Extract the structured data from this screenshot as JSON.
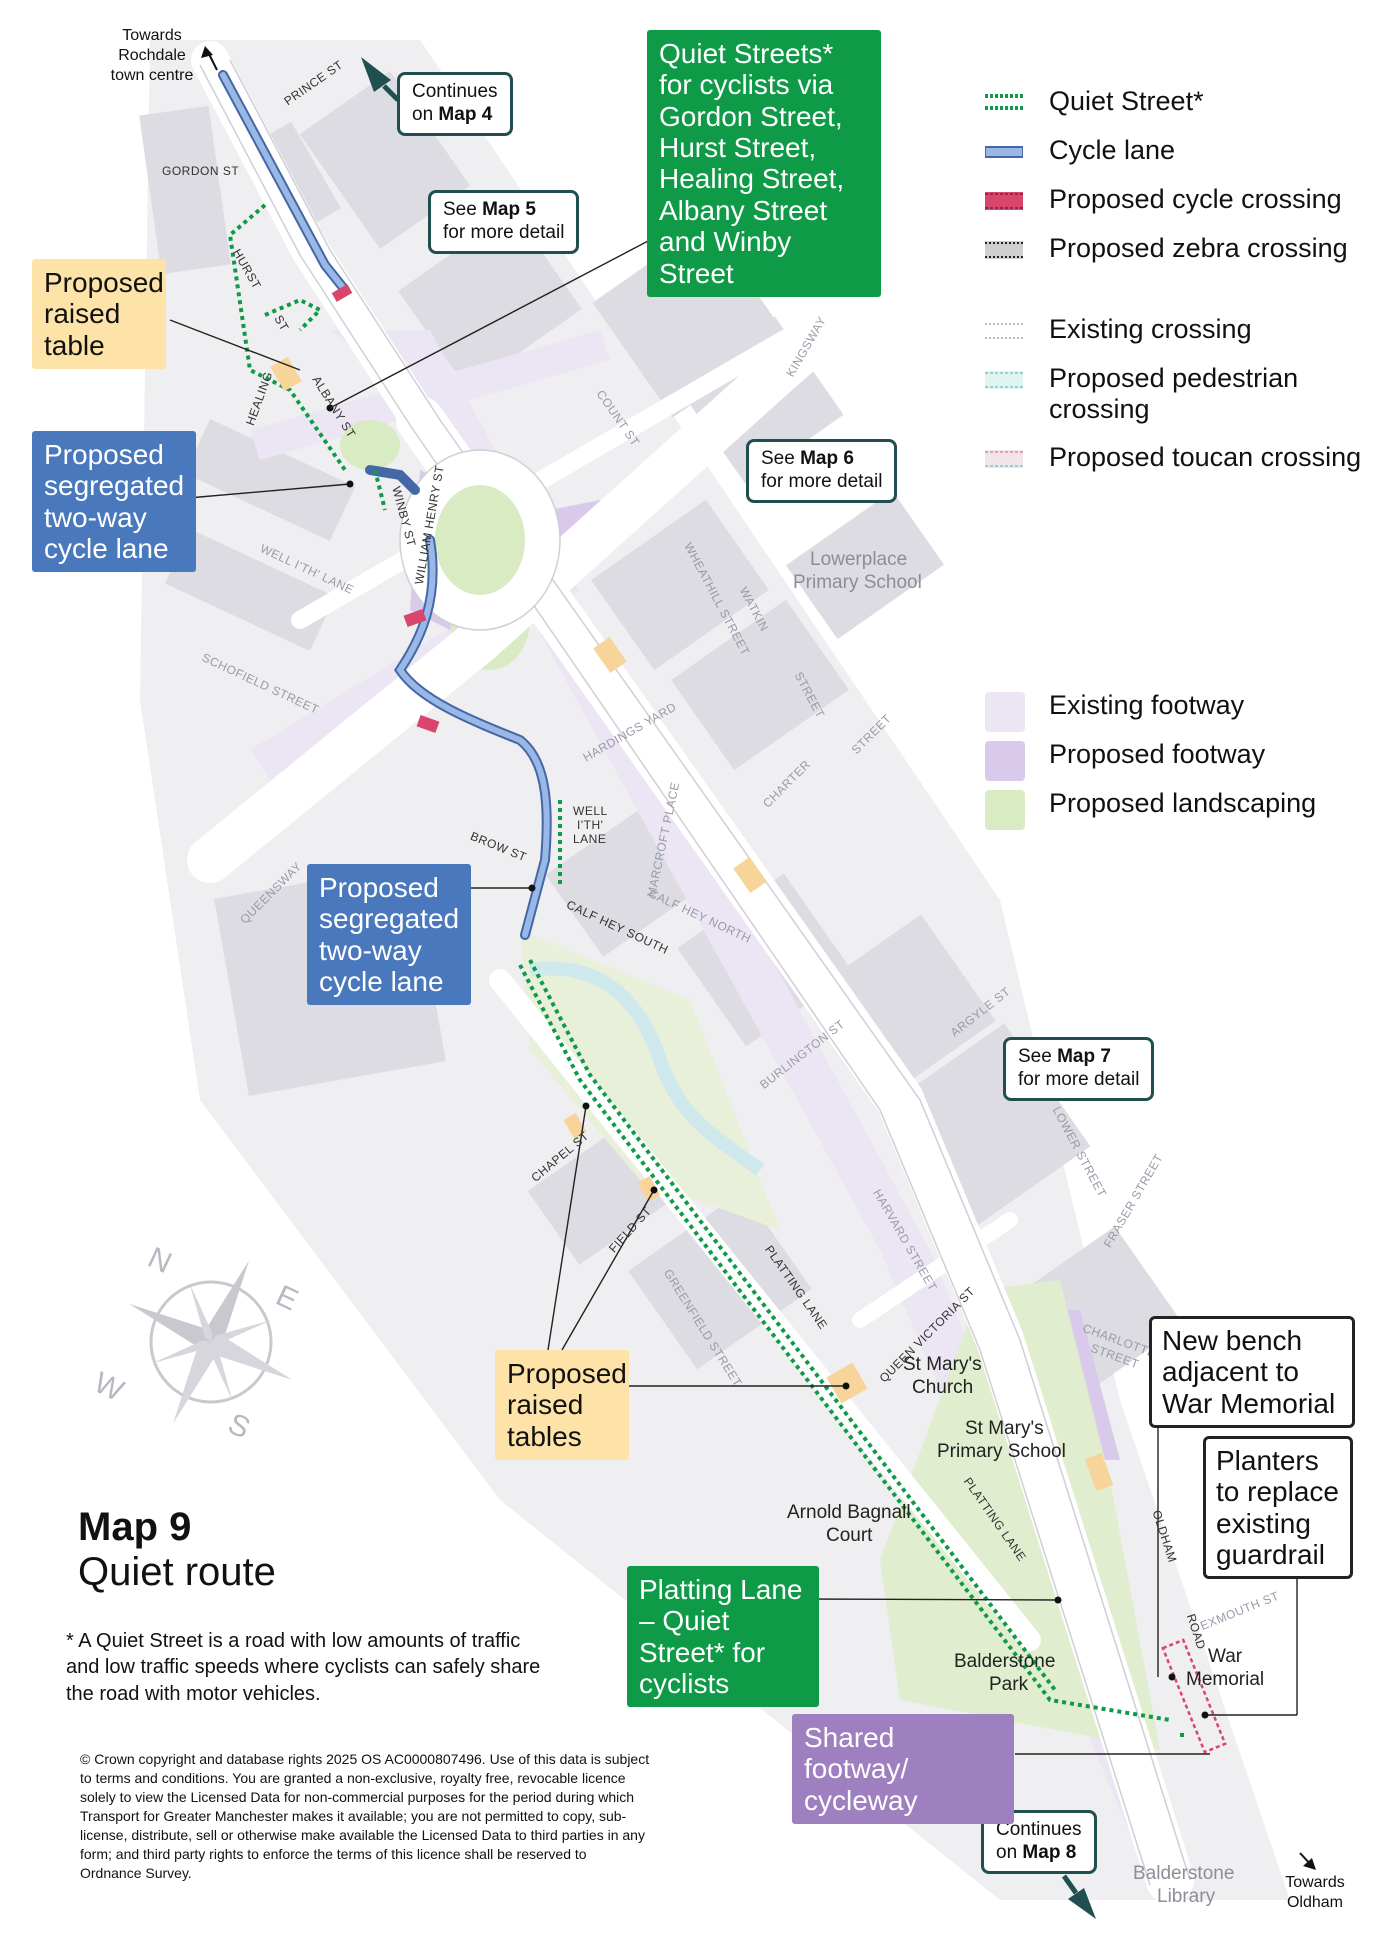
{
  "map": {
    "title": "Map 9",
    "subtitle": "Quiet route",
    "footnote": "* A Quiet Street is a road with low amounts of traffic and low traffic speeds where cyclists can safely share the road with motor vehicles.",
    "copyright": "© Crown copyright and database rights 2025 OS AC0000807496. Use of this data is subject to terms and conditions. You are granted a non-exclusive, royalty free, revocable licence solely to view the Licensed Data for non-commercial purposes for the period during which Transport for Greater Manchester makes it available; you are not permitted to copy, sub-license, distribute, sell or otherwise make available the Licensed Data to third parties in any form; and third party rights to enforce the terms of this licence shall be reserved to Ordnance Survey."
  },
  "compass": {
    "n": "N",
    "e": "E",
    "s": "S",
    "w": "W"
  },
  "directions": {
    "top": "Towards Rochdale town centre",
    "bottom": "Towards Oldham"
  },
  "see_boxes": [
    {
      "pre": "Continues",
      "line2_pre": "on ",
      "map": "Map 4"
    },
    {
      "pre": "See ",
      "map": "Map 5",
      "line2": "for more detail"
    },
    {
      "pre": "See ",
      "map": "Map 6",
      "line2": "for more detail"
    },
    {
      "pre": "See ",
      "map": "Map 7",
      "line2": "for more detail"
    },
    {
      "pre": "Continues",
      "line2_pre": "on ",
      "map": "Map 8"
    }
  ],
  "callouts": {
    "quiet_streets": "Quiet Streets* for cyclists via Gordon Street, Hurst Street, Healing Street, Albany Street and Winby Street",
    "raised_table": "Proposed raised table",
    "segregated_1": "Proposed segregated two-way cycle lane",
    "segregated_2": "Proposed segregated two-way cycle lane",
    "raised_tables": "Proposed raised tables",
    "platting_lane": "Platting Lane – Quiet Street* for cyclists",
    "shared_footway": "Shared footway/ cycleway",
    "new_bench": "New bench adjacent to War Memorial",
    "planters": "Planters to replace existing guardrail"
  },
  "legend": [
    {
      "label": "Quiet Street*",
      "kind": "quiet",
      "color": "#0f9a48"
    },
    {
      "label": "Cycle lane",
      "kind": "cycle",
      "color": "#5b86c8"
    },
    {
      "label": "Proposed cycle crossing",
      "kind": "cycle-crossing",
      "color": "#d9456b"
    },
    {
      "label": "Proposed zebra crossing",
      "kind": "zebra",
      "color": "#555555"
    },
    {
      "label": "Existing crossing",
      "kind": "existing-crossing",
      "color": "#bbbbbb"
    },
    {
      "label": "Proposed pedestrian crossing",
      "kind": "ped-crossing",
      "color": "#8fd6d0"
    },
    {
      "label": "Proposed toucan crossing",
      "kind": "toucan",
      "color": "#d6a3b6"
    },
    {
      "label": "Existing footway",
      "kind": "existing-footway",
      "color": "#ece6f4"
    },
    {
      "label": "Proposed footway",
      "kind": "proposed-footway",
      "color": "#d9c9ea"
    },
    {
      "label": "Proposed landscaping",
      "kind": "landscaping",
      "color": "#d9ebc3"
    }
  ],
  "streets": {
    "prince": "PRINCE ST",
    "gordon": "GORDON ST",
    "hurst": "HURST",
    "st": "ST",
    "healing": "HEALING",
    "albany": "ALBANY ST",
    "winby": "WINBY ST",
    "william_henry": "WILLIAM HENRY ST",
    "well_ith_lane": "WELL I'TH' LANE",
    "schofield": "SCHOFIELD STREET",
    "queensway": "QUEENSWAY",
    "kingsway": "KINGSWAY",
    "count": "COUNT ST",
    "wheathill": "WHEATHILL STREET",
    "watkin": "WATKIN",
    "street": "STREET",
    "charter": "CHARTER",
    "hardings": "HARDINGS YARD",
    "brow": "BROW ST",
    "well_ith_lane_2": "WELL I'TH' LANE",
    "marcroft": "MARCROFT PLACE",
    "calf_hey_south": "CALF HEY SOUTH",
    "calf_hey_north": "CALF HEY NORTH",
    "argyle": "ARGYLE ST",
    "burlington": "BURLINGTON ST",
    "chapel": "CHAPEL ST",
    "field": "FIELD ST",
    "harvard": "HARVARD STREET",
    "lower": "LOWER STREET",
    "fraser": "FRASER STREET",
    "charlotte": "CHARLOTTE STREET",
    "platting1": "PLATTING LANE",
    "platting2": "PLATTING LANE",
    "queen_victoria": "QUEEN VICTORIA ST",
    "greenfield": "GREENFIELD STREET",
    "oldham": "OLDHAM",
    "road": "ROAD",
    "exmouth": "EXMOUTH ST"
  },
  "places": {
    "lowerplace": "Lowerplace Primary School",
    "st_marys_church": "St Mary's Church",
    "st_marys_school": "St Mary's Primary School",
    "arnold": "Arnold Bagnall Court",
    "balderstone_park": "Balderstone Park",
    "war_memorial": "War Memorial",
    "library": "Balderstone Library"
  }
}
